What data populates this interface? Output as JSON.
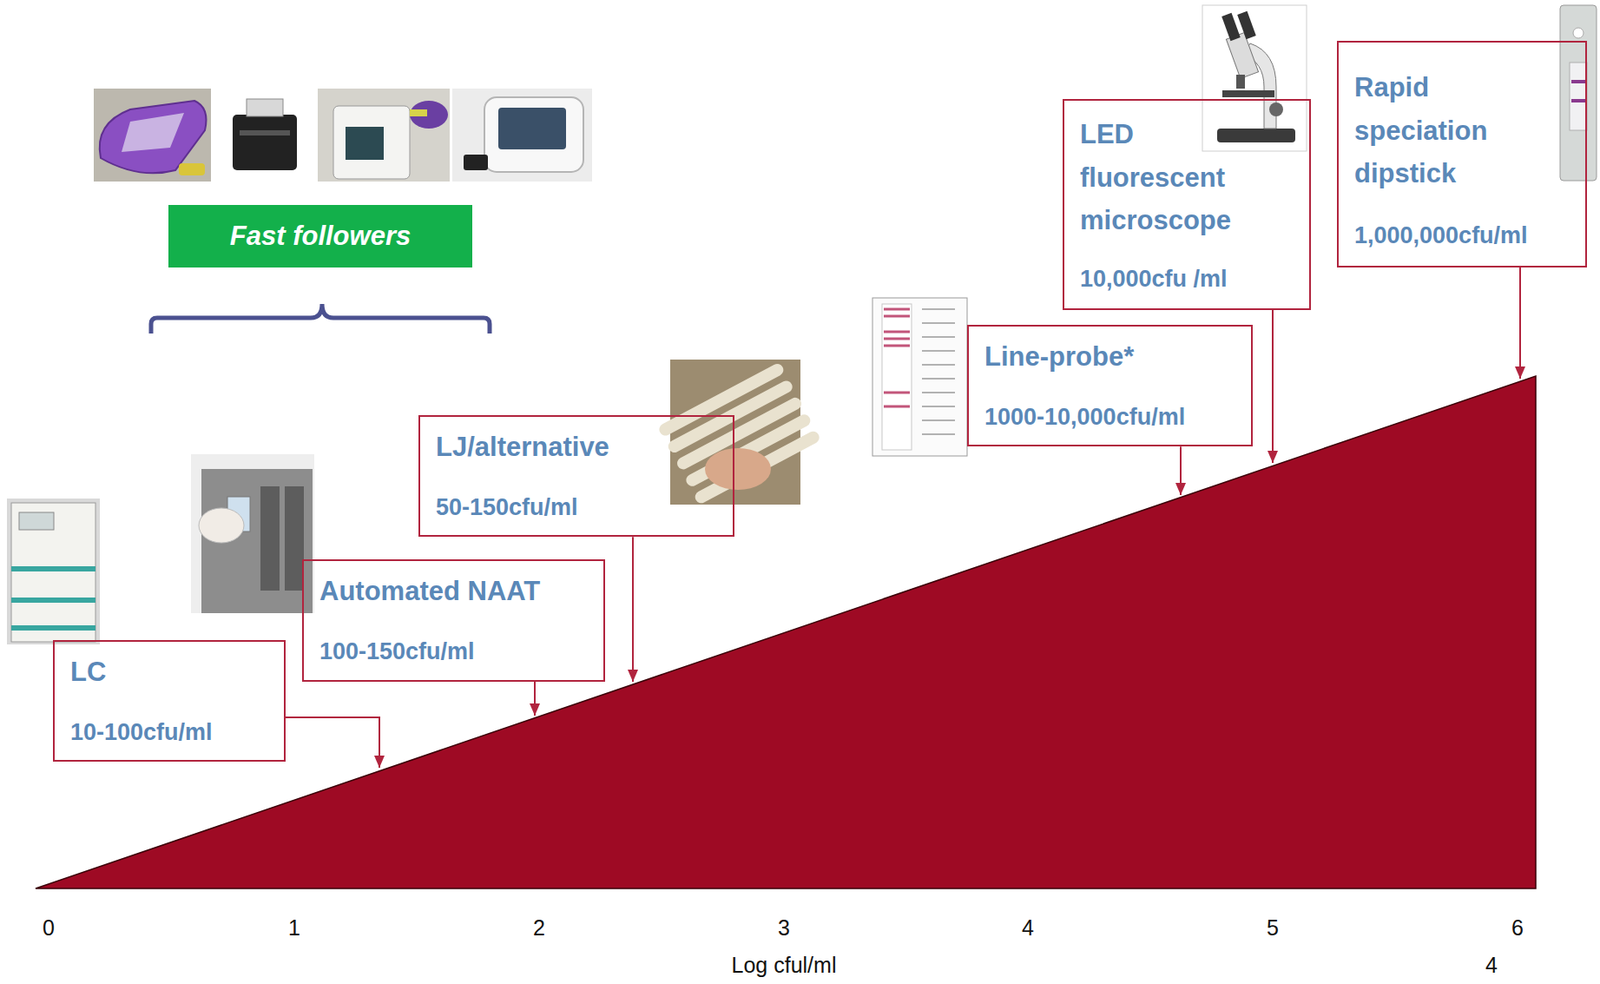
{
  "diagram": {
    "nodes": [
      {
        "text": [
          "Fast followers"
        ]
      },
      {
        "text": [
          "LC",
          "10-100cfu/ml"
        ]
      },
      {
        "text": [
          "Automated NAAT",
          "100-150cfu/ml"
        ]
      },
      {
        "text": [
          "LJ/alternative",
          "50-150cfu/ml"
        ]
      },
      {
        "text": [
          "Line-probe*",
          "1000-10,000cfu/ml"
        ]
      },
      {
        "text": [
          "LED fluorescent microscope",
          "10,000cfu /ml"
        ]
      },
      {
        "text": [
          "Rapid speciation dipstick",
          "1,000,000cfu/ml"
        ]
      }
    ],
    "labels": [
      "0",
      "1",
      "2",
      "3",
      "4",
      "5",
      "6",
      "Log cful/ml",
      "4"
    ]
  }
}
